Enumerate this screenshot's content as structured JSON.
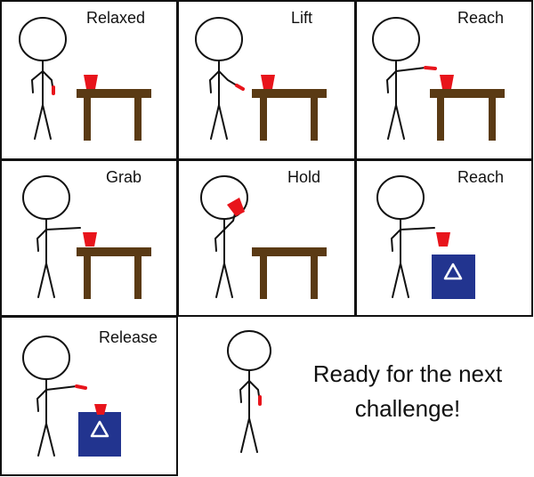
{
  "panels": [
    {
      "label": "Relaxed"
    },
    {
      "label": "Lift"
    },
    {
      "label": "Reach"
    },
    {
      "label": "Grab"
    },
    {
      "label": "Hold"
    },
    {
      "label": "Reach"
    },
    {
      "label": "Release"
    }
  ],
  "closing_message": {
    "line1": "Ready for the next",
    "line2": "challenge!"
  },
  "colors": {
    "outline": "#111111",
    "cup": "#e8141b",
    "table": "#5a3a14",
    "bin": "#22348f",
    "bin_symbol": "#ffffff"
  },
  "icons": {
    "stick_figure": "stick-figure-icon",
    "cup": "cup-icon",
    "table": "table-icon",
    "bin": "bin-icon",
    "bin_symbol": "triangle-icon"
  }
}
